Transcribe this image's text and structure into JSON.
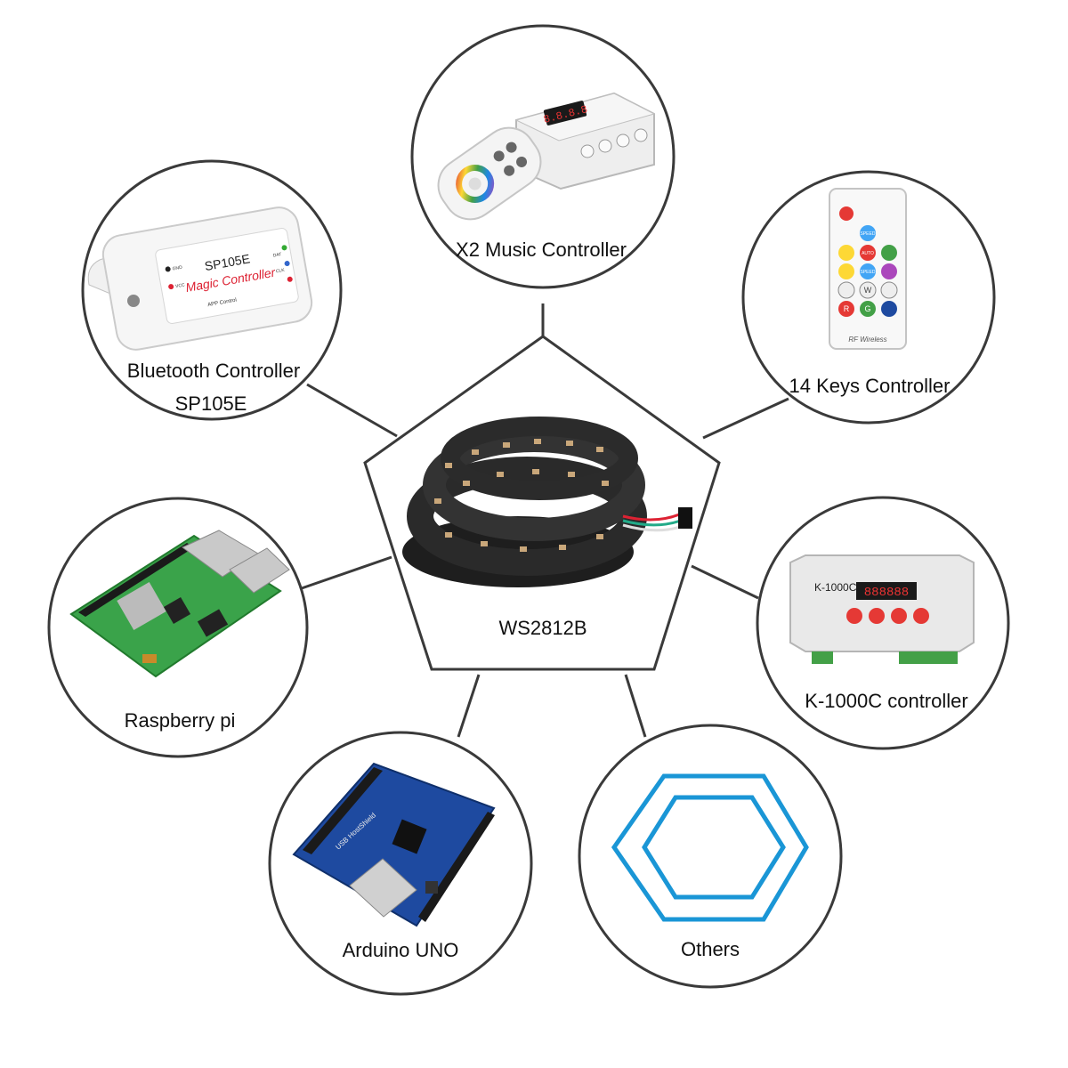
{
  "center": {
    "label": "WS2812B"
  },
  "nodes": [
    {
      "id": "x2",
      "lines": [
        "X2 Music Controller"
      ],
      "icon": "music-controller-with-remote-icon"
    },
    {
      "id": "keys14",
      "lines": [
        "14 Keys Controller"
      ],
      "icon": "rf-remote-icon"
    },
    {
      "id": "k1000c",
      "lines": [
        "K-1000C controller"
      ],
      "icon": "k1000c-controller-icon"
    },
    {
      "id": "others",
      "lines": [
        "Others"
      ],
      "icon": "hexagon-outline-icon"
    },
    {
      "id": "arduino",
      "lines": [
        "Arduino UNO"
      ],
      "icon": "arduino-board-icon"
    },
    {
      "id": "raspberry",
      "lines": [
        "Raspberry pi"
      ],
      "icon": "raspberry-pi-icon"
    },
    {
      "id": "bluetooth",
      "lines": [
        "Bluetooth Controller",
        "SP105E"
      ],
      "icon": "bluetooth-controller-icon"
    }
  ],
  "product_text": {
    "sp105e_model": "SP105E",
    "sp105e_brand": "Magic Controller",
    "sp105e_sub": "APP Control",
    "sp105e_pins": [
      "GND",
      "VCC",
      "DAT",
      "CLK"
    ],
    "k1000c_model": "K-1000C",
    "rf_remote_brand": "RF Wireless",
    "rf_keys": [
      "SPEED",
      "AUTO",
      "SPEED",
      "W",
      "R",
      "G"
    ],
    "x2_display": "8.8.8.8",
    "k1000c_display": "888888",
    "usb_board_label": "USB HostShield"
  },
  "colors": {
    "circle_stroke": "#3a3a3a",
    "connector": "#3a3a3a",
    "hexagon_blue": "#1a96d6",
    "text": "#111111"
  }
}
